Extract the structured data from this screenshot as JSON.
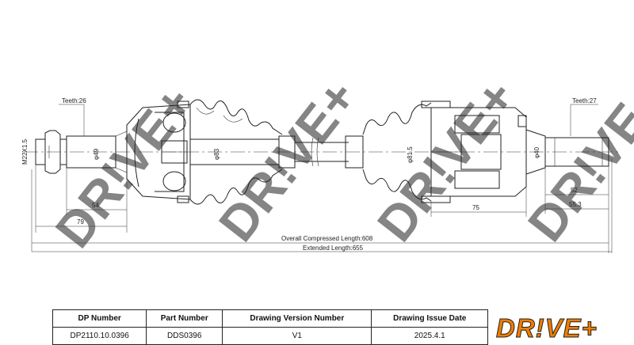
{
  "dimensions": {
    "teeth_left": "Teeth:26",
    "teeth_right": "Teeth:27",
    "thread": "M22X1.5",
    "dia_49": "φ49",
    "dia_83": "φ83",
    "dia_81_5": "φ81.5",
    "dia_40": "φ40",
    "len_54": "54",
    "len_79": "79",
    "len_52": "52",
    "len_75": "75",
    "len_55_3": "55.3",
    "overall_compressed": "Overall Compressed Length:608",
    "extended": "Extended Length:655"
  },
  "watermark": [
    "DR!VE+",
    "DR!VE+",
    "DR!VE+",
    "DR!VE+"
  ],
  "title_block": {
    "headers": [
      "DP Number",
      "Part Number",
      "Drawing Version Number",
      "Drawing Issue Date"
    ],
    "values": [
      "DP2110.10.0396",
      "DDS0396",
      "V1",
      "2025.4.1"
    ]
  },
  "logo": {
    "text": "DR!VE+",
    "color": "#f07d00"
  }
}
